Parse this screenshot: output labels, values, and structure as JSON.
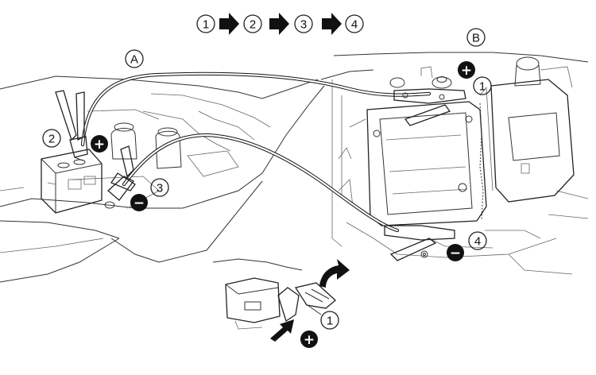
{
  "sequence": {
    "steps": [
      "1",
      "2",
      "3",
      "4"
    ]
  },
  "labels": {
    "vehicle_a": "A",
    "vehicle_b": "B"
  },
  "callouts": {
    "a_positive_step": "2",
    "a_negative_step": "3",
    "b_positive_step": "1",
    "b_negative_step": "4",
    "inset_positive_step": "1"
  },
  "symbols": {
    "positive": "+",
    "negative": "−"
  },
  "colors": {
    "line": "#222222",
    "badge": "#111111",
    "background": "#ffffff"
  }
}
